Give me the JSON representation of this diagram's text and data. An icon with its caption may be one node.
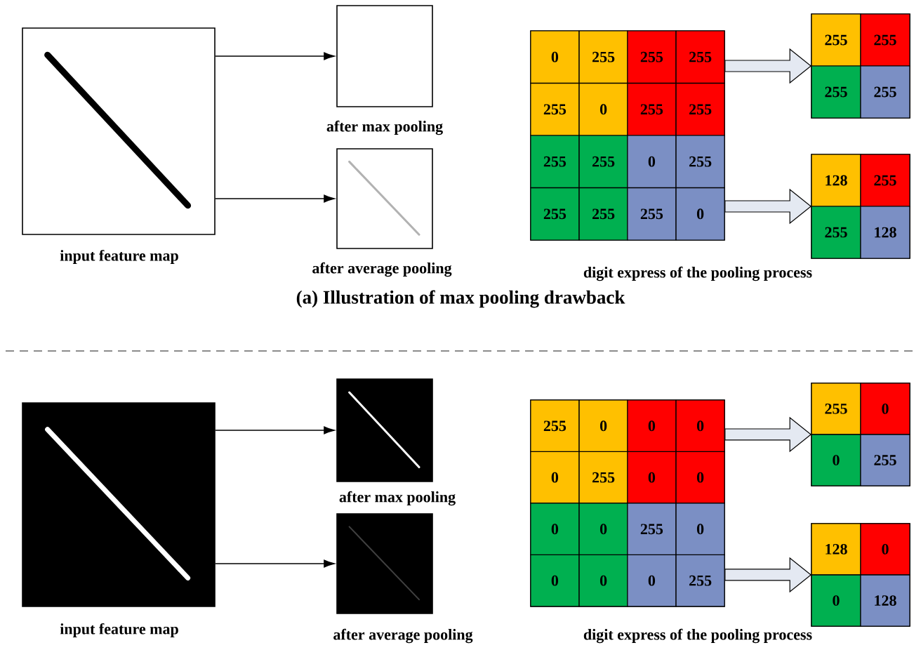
{
  "diagram": {
    "nodes": [
      {
        "text": [
          "input feature map"
        ]
      },
      {
        "text": [
          "after max pooling"
        ]
      },
      {
        "text": [
          "after average pooling"
        ]
      },
      {
        "text": [],
        "shape": "box"
      },
      {
        "text": [
          "0"
        ],
        "in": 3
      },
      {
        "text": [
          "255"
        ],
        "in": 3
      },
      {
        "text": [
          "255"
        ],
        "in": 3
      },
      {
        "text": [
          "255"
        ],
        "in": 3
      },
      {
        "text": [
          "255"
        ],
        "in": 3
      },
      {
        "text": [
          "0"
        ],
        "in": 3
      },
      {
        "text": [
          "255"
        ],
        "in": 3
      },
      {
        "text": [
          "255"
        ],
        "in": 3
      },
      {
        "text": [
          "255"
        ],
        "in": 3
      },
      {
        "text": [
          "255"
        ],
        "in": 3
      },
      {
        "text": [
          "0"
        ],
        "in": 3
      },
      {
        "text": [
          "255"
        ],
        "in": 3
      },
      {
        "text": [
          "255"
        ],
        "in": 3
      },
      {
        "text": [
          "255"
        ],
        "in": 3
      },
      {
        "text": [
          "255"
        ],
        "in": 3
      },
      {
        "text": [
          "0"
        ],
        "in": 3
      },
      {
        "text": [],
        "shape": "box"
      },
      {
        "text": [
          "255"
        ],
        "in": 20
      },
      {
        "text": [
          "255"
        ],
        "in": 20
      },
      {
        "text": [
          "255"
        ],
        "in": 20
      },
      {
        "text": [
          "255"
        ],
        "in": 20
      },
      {
        "text": [],
        "shape": "box"
      },
      {
        "text": [
          "128"
        ],
        "in": 25
      },
      {
        "text": [
          "255"
        ],
        "in": 25
      },
      {
        "text": [
          "255"
        ],
        "in": 25
      },
      {
        "text": [
          "128"
        ],
        "in": 25
      },
      {
        "text": [
          "input feature map"
        ]
      },
      {
        "text": [
          "after max pooling"
        ]
      },
      {
        "text": [
          "after average pooling"
        ]
      },
      {
        "text": [],
        "shape": "box"
      },
      {
        "text": [
          "255"
        ],
        "in": 33
      },
      {
        "text": [
          "0"
        ],
        "in": 33
      },
      {
        "text": [
          "0"
        ],
        "in": 33
      },
      {
        "text": [
          "0"
        ],
        "in": 33
      },
      {
        "text": [
          "0"
        ],
        "in": 33
      },
      {
        "text": [
          "255"
        ],
        "in": 33
      },
      {
        "text": [
          "0"
        ],
        "in": 33
      },
      {
        "text": [
          "0"
        ],
        "in": 33
      },
      {
        "text": [
          "0"
        ],
        "in": 33
      },
      {
        "text": [
          "0"
        ],
        "in": 33
      },
      {
        "text": [
          "255"
        ],
        "in": 33
      },
      {
        "text": [
          "0"
        ],
        "in": 33
      },
      {
        "text": [
          "0"
        ],
        "in": 33
      },
      {
        "text": [
          "0"
        ],
        "in": 33
      },
      {
        "text": [
          "0"
        ],
        "in": 33
      },
      {
        "text": [
          "255"
        ],
        "in": 33
      },
      {
        "text": [],
        "shape": "box"
      },
      {
        "text": [
          "255"
        ],
        "in": 50
      },
      {
        "text": [
          "0"
        ],
        "in": 50
      },
      {
        "text": [
          "0"
        ],
        "in": 50
      },
      {
        "text": [
          "255"
        ],
        "in": 50
      },
      {
        "text": [],
        "shape": "box"
      },
      {
        "text": [
          "128"
        ],
        "in": 55
      },
      {
        "text": [
          "0"
        ],
        "in": 55
      },
      {
        "text": [
          "0"
        ],
        "in": 55
      },
      {
        "text": [
          "128"
        ],
        "in": 55
      }
    ],
    "edges": [
      {
        "from": 0,
        "to": 1,
        "arrow": "to"
      },
      {
        "from": 0,
        "to": 2,
        "arrow": "to"
      },
      {
        "from": 3,
        "to": 20,
        "arrow": "to"
      },
      {
        "from": 3,
        "to": 25,
        "arrow": "to"
      },
      {
        "from": 30,
        "to": 31,
        "arrow": "to"
      },
      {
        "from": 30,
        "to": 32,
        "arrow": "to"
      },
      {
        "from": 33,
        "to": 50,
        "arrow": "to"
      },
      {
        "from": 33,
        "to": 55,
        "arrow": "to"
      }
    ],
    "labels": [
      "digit express of the pooling process",
      "(a) Illustration of max pooling drawback",
      "digit express of the pooling process"
    ]
  }
}
